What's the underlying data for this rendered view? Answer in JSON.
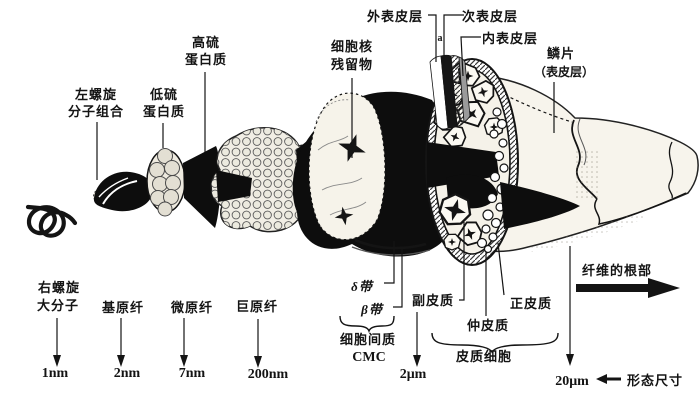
{
  "figure": {
    "labels": {
      "left_helix_1": "左螺旋",
      "left_helix_2": "分子组合",
      "low_sulfur_1": "低硫",
      "low_sulfur_2": "蛋白质",
      "high_sulfur_1": "高硫",
      "high_sulfur_2": "蛋白质",
      "nucleus_1": "细胞核",
      "nucleus_2": "残留物",
      "epicuticle": "外表皮层",
      "marker_a": "a",
      "exocuticle": "次表皮层",
      "endocuticle": "内表皮层",
      "scale_1": "鳞片",
      "scale_2": "（表皮层）",
      "right_helix_1": "右螺旋",
      "right_helix_2": "大分子",
      "protofibril": "基原纤",
      "microfibril": "微原纤",
      "macrofibril": "巨原纤",
      "delta_band": "δ带",
      "beta_band": "β带",
      "cmc_1": "细胞间质",
      "cmc_2": "CMC",
      "paracortex": "副皮质",
      "mesocortex": "仲皮质",
      "orthocortex": "正皮质",
      "cortical_cells": "皮质细胞",
      "fiber_root": "纤维的根部",
      "morphology": "形态尺寸"
    },
    "scales": {
      "right_helix": "1nm",
      "protofibril": "2nm",
      "microfibril": "7nm",
      "macrofibril": "200nm",
      "cortical_cell": "2μm",
      "fiber": "20μm"
    },
    "colors": {
      "ink": "#141414",
      "paper": "#ffffff",
      "cell_fill": "#f5f2e9",
      "shade": "#d9d5c9"
    }
  }
}
